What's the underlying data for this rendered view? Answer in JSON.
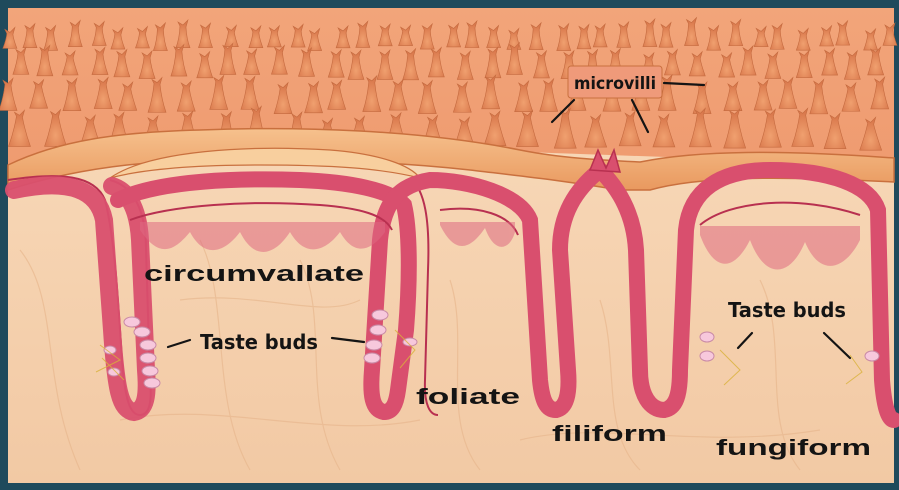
{
  "labels": {
    "microvilli": "microvilli",
    "taste_buds_left": "Taste buds",
    "taste_buds_middle": "Taste buds",
    "taste_buds_right": "Taste buds",
    "circumvallate": "circumvallate",
    "foliate": "foliate",
    "filiform": "filiform",
    "fungiform": "fungiform"
  },
  "colors": {
    "frame": "#1f4a5c",
    "tissue_background": "#f6d2b0",
    "surface_top": "#f0a070",
    "papilla_fill": "#f4c08f",
    "epithelium": "#d94f6e",
    "epithelium_dark": "#b83050",
    "microvilli_tag": "#ef9a7a",
    "taste_bud": "#f7c8dc",
    "label_text": "#141414"
  }
}
